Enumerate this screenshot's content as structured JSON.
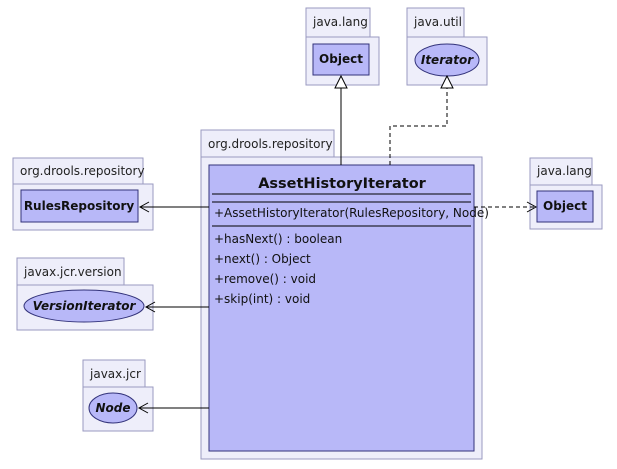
{
  "colors": {
    "package_fill": "#eeeefa",
    "package_stroke": "#9a9ac0",
    "class_fill": "#b8b8f8",
    "class_stroke": "#33337a",
    "line": "#000000"
  },
  "packages": {
    "java_lang_top": {
      "name": "java.lang",
      "element": "Object",
      "kind": "class"
    },
    "java_util": {
      "name": "java.util",
      "element": "Iterator",
      "kind": "interface"
    },
    "org_drools": {
      "name": "org.drools.repository"
    },
    "rules_repository_pkg": {
      "name": "org.drools.repository",
      "element": "RulesRepository",
      "kind": "class"
    },
    "jcr_version": {
      "name": "javax.jcr.version",
      "element": "VersionIterator",
      "kind": "interface"
    },
    "jcr": {
      "name": "javax.jcr",
      "element": "Node",
      "kind": "interface"
    },
    "java_lang_right": {
      "name": "java.lang",
      "element": "Object",
      "kind": "class"
    }
  },
  "main_class": {
    "name": "AssetHistoryIterator",
    "constructor": "+AssetHistoryIterator(RulesRepository, Node)",
    "methods": [
      "+hasNext() : boolean",
      "+next() : Object",
      "+remove() : void",
      "+skip(int) : void"
    ]
  }
}
